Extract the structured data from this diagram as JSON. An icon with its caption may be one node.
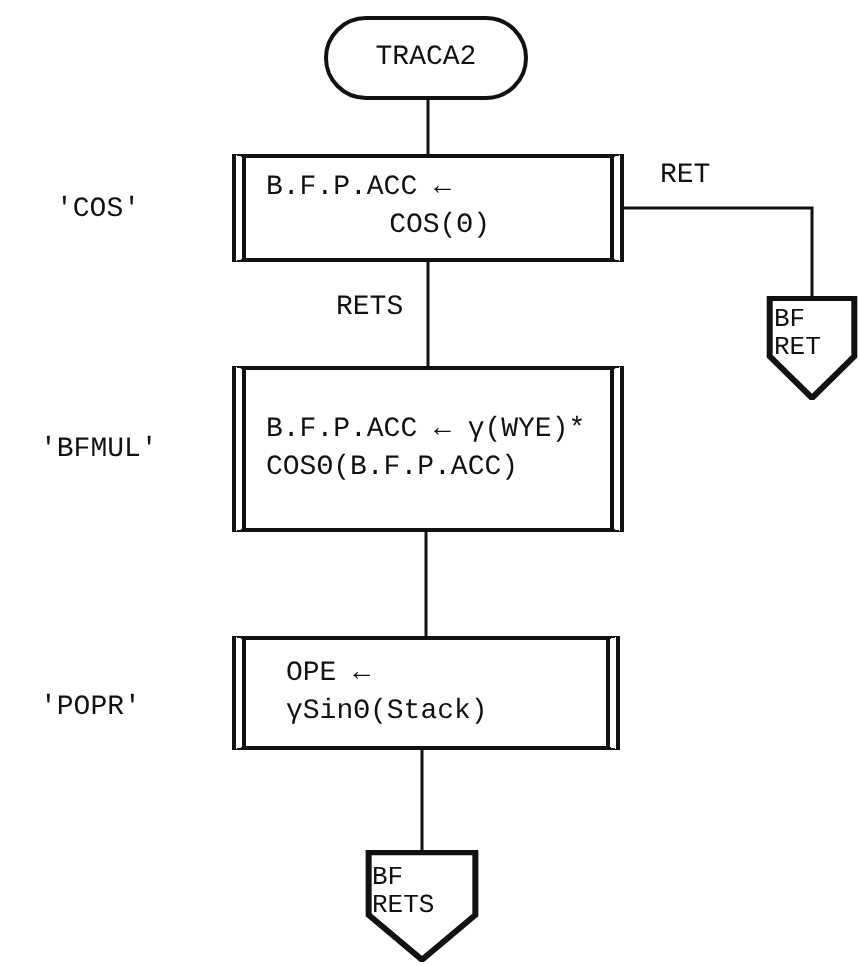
{
  "diagram": {
    "nodes": [
      {
        "text": [
          "TRACA2"
        ]
      },
      {
        "text": [
          "B.F.P.ACC ← COS(Θ)"
        ],
        "beside": [
          "'COS'"
        ]
      },
      {
        "text": [
          "B.F.P.ACC ← γ(WYE)* COSΘ(B.F.P.ACC)"
        ],
        "beside": [
          "'BFMUL'"
        ]
      },
      {
        "text": [
          "OPE ← γSinΘ(Stack)"
        ],
        "beside": [
          "'POPR'"
        ]
      },
      {
        "text": [
          "BF RET"
        ]
      },
      {
        "text": [
          "BF RETS"
        ]
      }
    ],
    "edges": [
      {
        "from": 0,
        "to": 1,
        "arrow": "none"
      },
      {
        "from": 1,
        "to": 2,
        "arrow": "none",
        "label": "RETS"
      },
      {
        "from": 2,
        "to": 3,
        "arrow": "none"
      },
      {
        "from": 3,
        "to": 5,
        "arrow": "none"
      },
      {
        "from": 1,
        "to": 4,
        "arrow": "none",
        "label": "RET"
      }
    ]
  }
}
